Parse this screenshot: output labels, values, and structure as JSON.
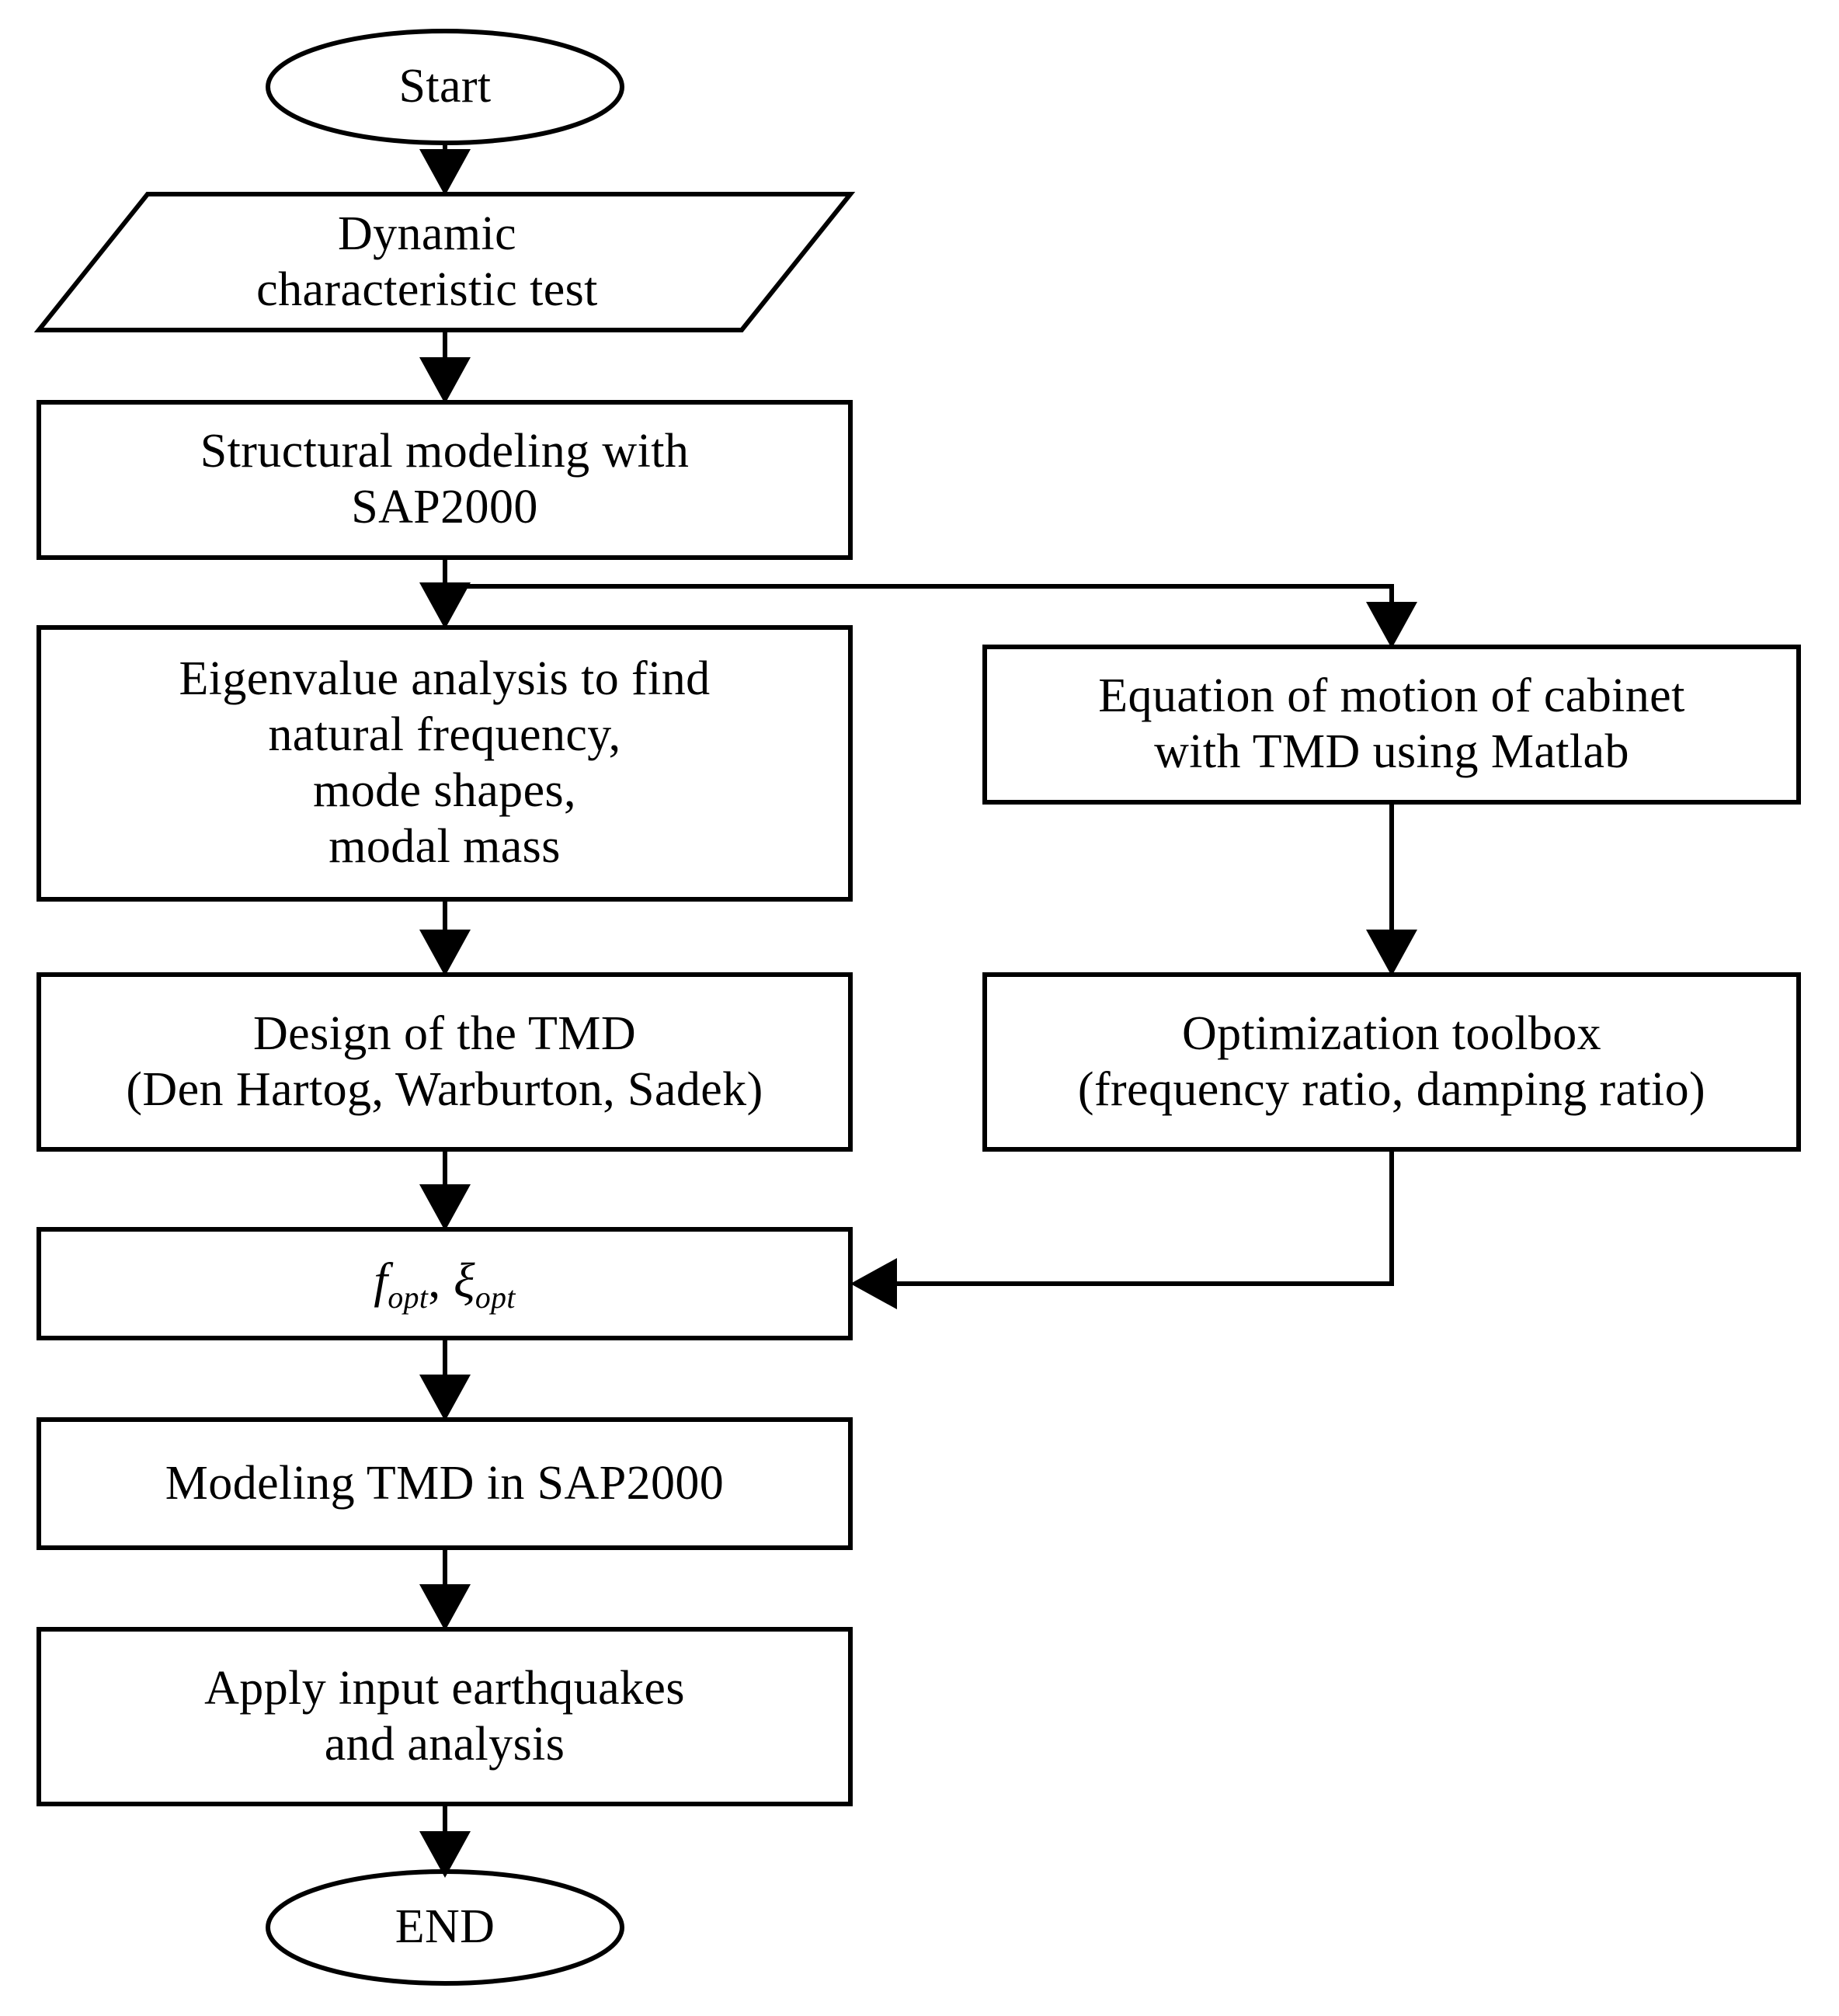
{
  "diagram": {
    "title": "TMD design and analysis flowchart",
    "background_color": "#ffffff",
    "line_color": "#000000",
    "text_color": "#000000"
  },
  "nodes": {
    "start": {
      "shape": "ellipse",
      "label": "Start"
    },
    "dynamic_test": {
      "shape": "parallelogram",
      "line1": "Dynamic",
      "line2": "characteristic test"
    },
    "structural_modeling": {
      "shape": "rectangle",
      "line1": "Structural modeling  with",
      "line2": "SAP2000"
    },
    "eigenvalue": {
      "shape": "rectangle",
      "line1": "Eigenvalue analysis to find",
      "line2": "natural frequency,",
      "line3": "mode shapes,",
      "line4": "modal mass"
    },
    "equation_of_motion": {
      "shape": "rectangle",
      "line1": "Equation of motion  of cabinet",
      "line2": "with TMD using Matlab"
    },
    "design_tmd": {
      "shape": "rectangle",
      "line1": "Design of the TMD",
      "line2": "(Den Hartog, Warburton, Sadek)"
    },
    "optimization_toolbox": {
      "shape": "rectangle",
      "line1": "Optimization  toolbox",
      "line2": "(frequency ratio, damping ratio)"
    },
    "fopt_xiopt": {
      "shape": "rectangle",
      "symbol_f": "f",
      "symbol_f_sub": "opt",
      "separator": ", ",
      "symbol_xi": "ξ",
      "symbol_xi_sub": "opt",
      "plain": "f_opt, ξ_opt"
    },
    "modeling_tmd": {
      "shape": "rectangle",
      "line1": "Modeling TMD in SAP2000"
    },
    "apply_earthquakes": {
      "shape": "rectangle",
      "line1": "Apply input  earthquakes",
      "line2": "and analysis"
    },
    "end": {
      "shape": "ellipse",
      "label": "END"
    }
  },
  "edges": [
    {
      "from": "start",
      "to": "dynamic_test",
      "type": "straight-down-arrow"
    },
    {
      "from": "dynamic_test",
      "to": "structural_modeling",
      "type": "straight-down-arrow"
    },
    {
      "from": "structural_modeling",
      "to": "eigenvalue",
      "type": "straight-down-arrow"
    },
    {
      "from": "structural_modeling",
      "to": "equation_of_motion",
      "type": "branch-right-down-arrow"
    },
    {
      "from": "eigenvalue",
      "to": "design_tmd",
      "type": "straight-down-arrow"
    },
    {
      "from": "equation_of_motion",
      "to": "optimization_toolbox",
      "type": "straight-down-arrow"
    },
    {
      "from": "design_tmd",
      "to": "fopt_xiopt",
      "type": "straight-down-arrow"
    },
    {
      "from": "optimization_toolbox",
      "to": "fopt_xiopt",
      "type": "down-left-arrow"
    },
    {
      "from": "fopt_xiopt",
      "to": "modeling_tmd",
      "type": "straight-down-arrow"
    },
    {
      "from": "modeling_tmd",
      "to": "apply_earthquakes",
      "type": "straight-down-arrow"
    },
    {
      "from": "apply_earthquakes",
      "to": "end",
      "type": "straight-down-arrow"
    }
  ]
}
